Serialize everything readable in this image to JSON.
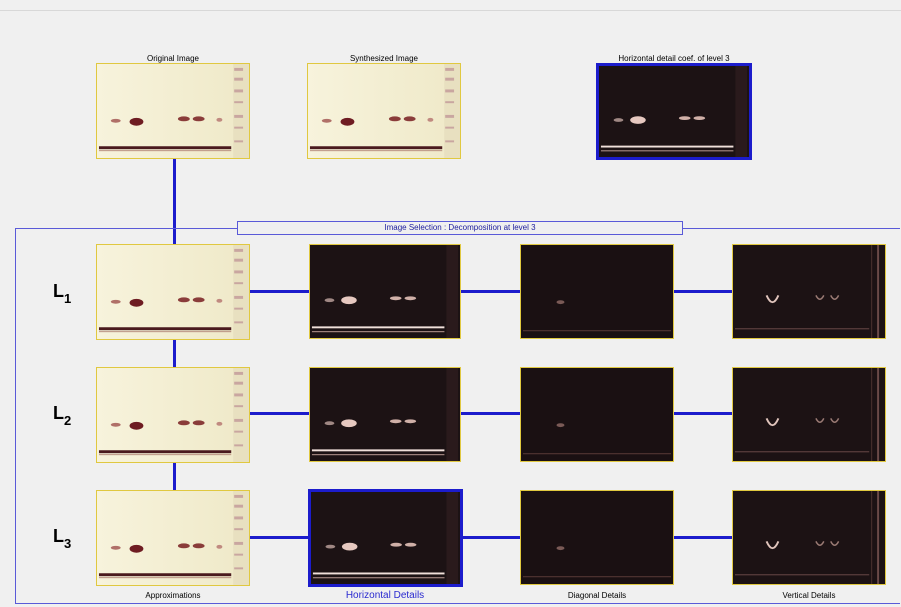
{
  "top": {
    "original_title": "Original Image",
    "synth_title": "Synthesized Image",
    "detail_title": "Horizontal detail coef. of level 3"
  },
  "selection_title": "Image Selection : Decomposition at level 3",
  "levels": [
    {
      "letter": "L",
      "sub": "1"
    },
    {
      "letter": "L",
      "sub": "2"
    },
    {
      "letter": "L",
      "sub": "3"
    }
  ],
  "captions": {
    "approximations": "Approximations",
    "horizontal": "Horizontal Details",
    "diagonal": "Diagonal Details",
    "vertical": "Vertical Details"
  },
  "colors": {
    "accent": "#1c1ccc",
    "approx_bg": "#f4f0d6",
    "detail_bg": "#1c1214",
    "tile_border": "#e0c840"
  }
}
